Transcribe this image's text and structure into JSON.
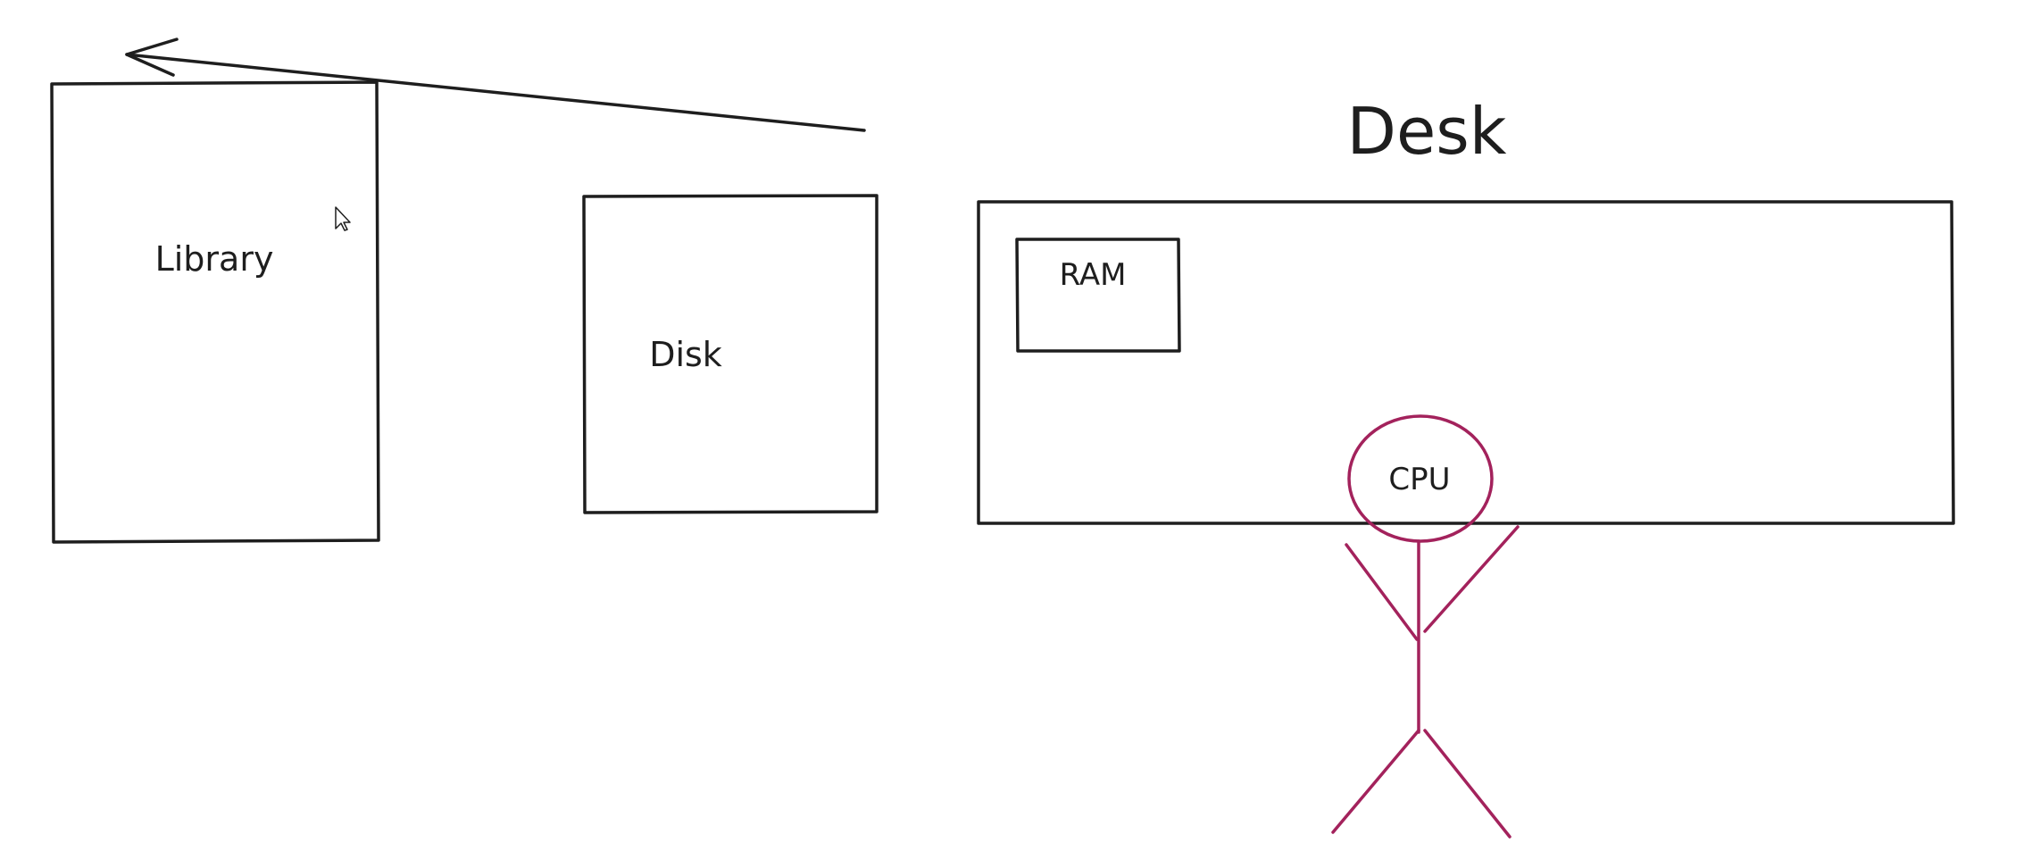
{
  "labels": {
    "library": "Library",
    "disk": "Disk",
    "desk": "Desk",
    "ram": "RAM",
    "cpu": "CPU"
  },
  "colors": {
    "ink": "#1e1e1e",
    "cpu_person": "#a3225c"
  },
  "icons": {
    "arrow": "arrow-left-icon",
    "cursor": "mouse-pointer-icon",
    "person": "stick-figure-icon"
  }
}
